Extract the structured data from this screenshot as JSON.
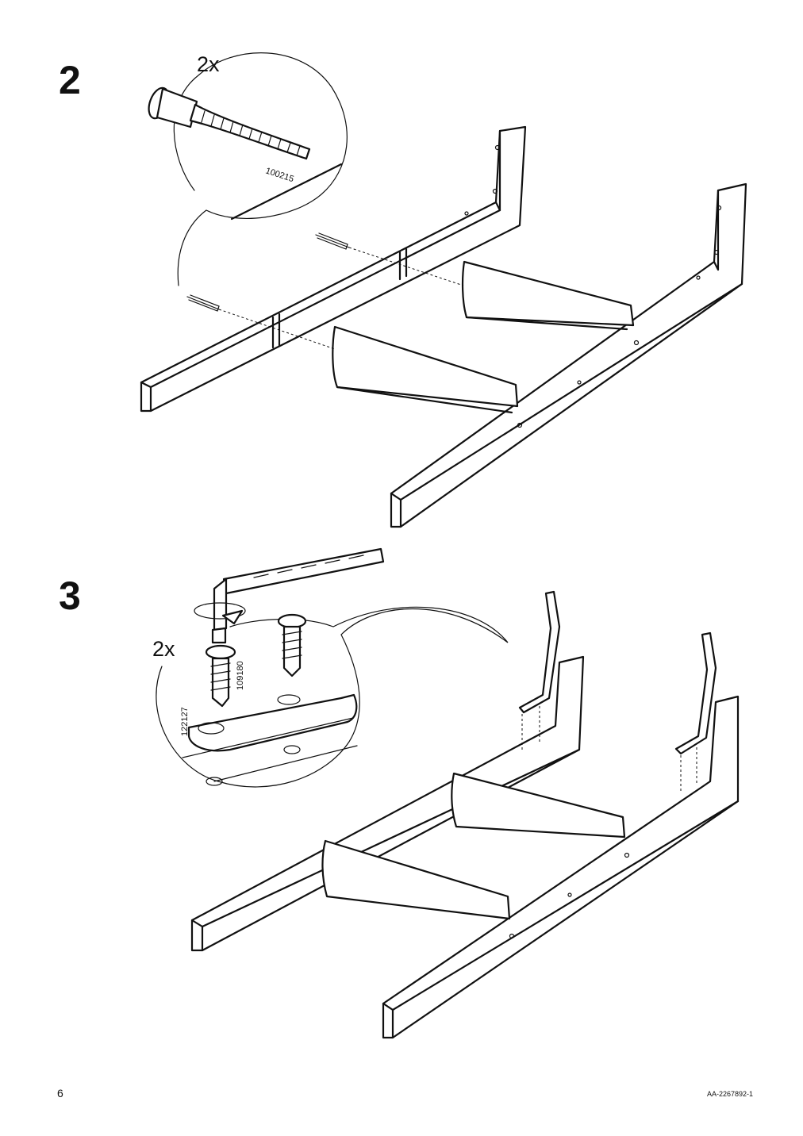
{
  "steps": [
    {
      "number": "2",
      "quantity": "2x",
      "part_number": "100215"
    },
    {
      "number": "3",
      "quantity": "2x",
      "part_numbers": [
        "109180",
        "122127"
      ]
    }
  ],
  "footer": {
    "page_number": "6",
    "doc_id": "AA-2267892-1"
  }
}
